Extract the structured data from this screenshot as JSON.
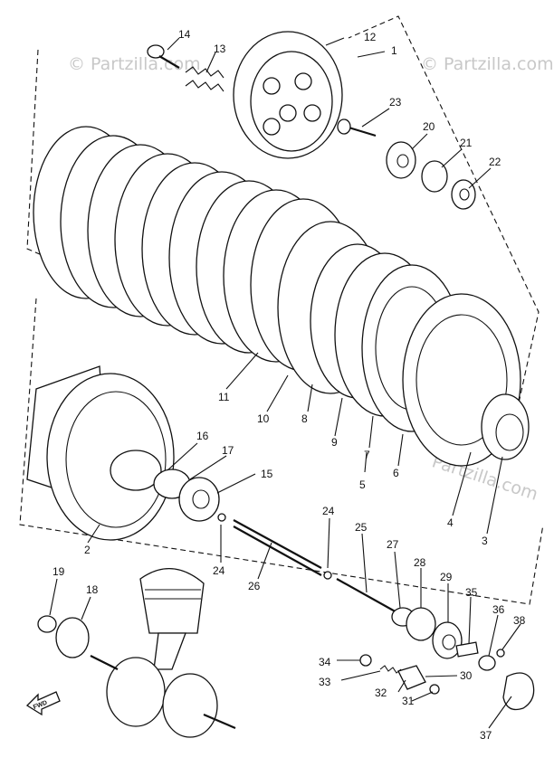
{
  "watermarks": [
    "© Partzilla.com",
    "© Partzilla.com",
    "© Partzilla.com"
  ],
  "fwd_label": "FWD",
  "callouts": [
    "1",
    "2",
    "3",
    "4",
    "5",
    "6",
    "7",
    "8",
    "9",
    "10",
    "11",
    "12",
    "13",
    "14",
    "15",
    "16",
    "17",
    "18",
    "19",
    "20",
    "21",
    "22",
    "23",
    "24",
    "24",
    "25",
    "26",
    "27",
    "28",
    "29",
    "30",
    "31",
    "32",
    "33",
    "34",
    "35",
    "36",
    "37",
    "38"
  ]
}
